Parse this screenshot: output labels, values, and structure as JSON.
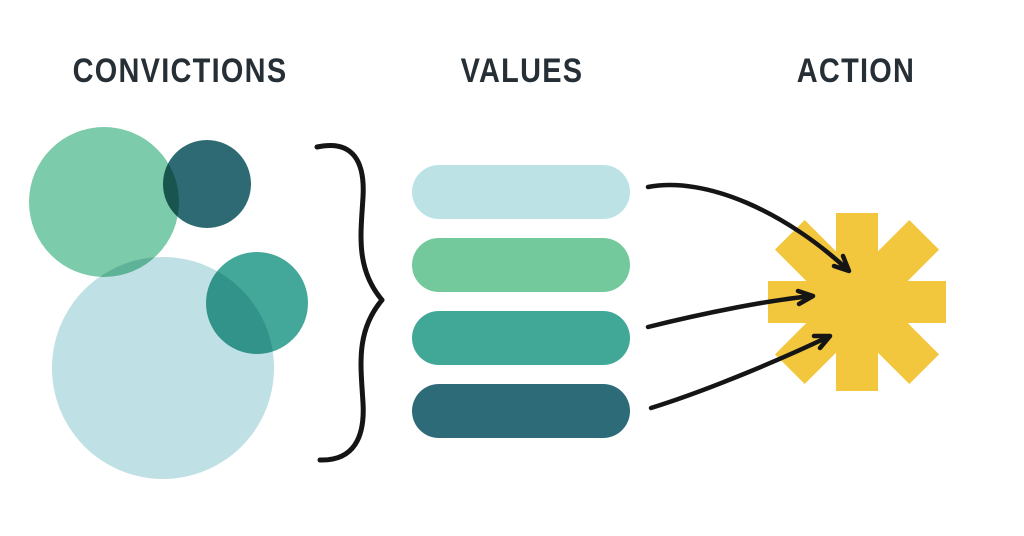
{
  "headers": {
    "convictions": "CONVICTIONS",
    "values": "VALUES",
    "action": "ACTION"
  },
  "diagram": {
    "ink": "#151515",
    "heading_text_color": "#262f35",
    "convictions_circles": [
      {
        "name": "circle-green",
        "color": "#7ccbaa"
      },
      {
        "name": "circle-dark-teal",
        "color": "#2e6a74"
      },
      {
        "name": "circle-pale-blue",
        "color": "#bfe0e4"
      },
      {
        "name": "circle-teal",
        "color": "#43a89a"
      }
    ],
    "values_bars": [
      {
        "name": "bar-pale-blue",
        "color": "#bde2e6"
      },
      {
        "name": "bar-green",
        "color": "#74c99c"
      },
      {
        "name": "bar-teal",
        "color": "#41a898"
      },
      {
        "name": "bar-dark-teal",
        "color": "#2e6b78"
      }
    ],
    "action_star": {
      "name": "eight-point-starburst",
      "color": "#f2c73d"
    },
    "connectors": {
      "brace": "curly-brace",
      "arrows": [
        "arrow-top",
        "arrow-middle",
        "arrow-bottom"
      ]
    }
  }
}
